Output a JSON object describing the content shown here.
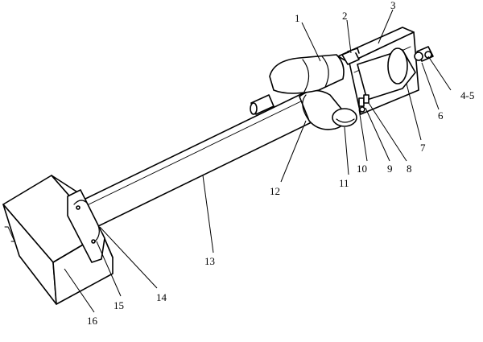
{
  "callouts": {
    "c1": "1",
    "c2": "2",
    "c3": "3",
    "c4_5": "4-5",
    "c6": "6",
    "c7": "7",
    "c8": "8",
    "c9": "9",
    "c10": "10",
    "c11": "11",
    "c12": "12",
    "c13": "13",
    "c14": "14",
    "c15": "15",
    "c16": "16"
  }
}
